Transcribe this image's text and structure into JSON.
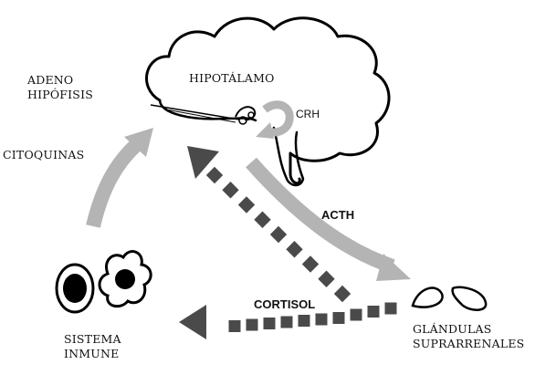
{
  "diagram": {
    "labels": {
      "adeno_line1": "ADENO",
      "adeno_line2": "HIPÓFISIS",
      "hipotalamo": "HIPOTÁLAMO",
      "crh": "CRH",
      "citoquinas": "CITOQUINAS",
      "acth": "ACTH",
      "cortisol": "CORTISOL",
      "sistema_line1": "SISTEMA",
      "sistema_line2": "INMUNE",
      "glandulas_line1": "GLÁNDULAS",
      "glandulas_line2": "SUPRARRENALES"
    },
    "colors": {
      "outline": "#000000",
      "light_arrow": "#b4b4b4",
      "dark_arrow": "#4a4a4a",
      "background": "#ffffff"
    },
    "icons": [
      "brain-outline-icon",
      "immune-cell-icon",
      "adrenal-gland-icon"
    ]
  }
}
